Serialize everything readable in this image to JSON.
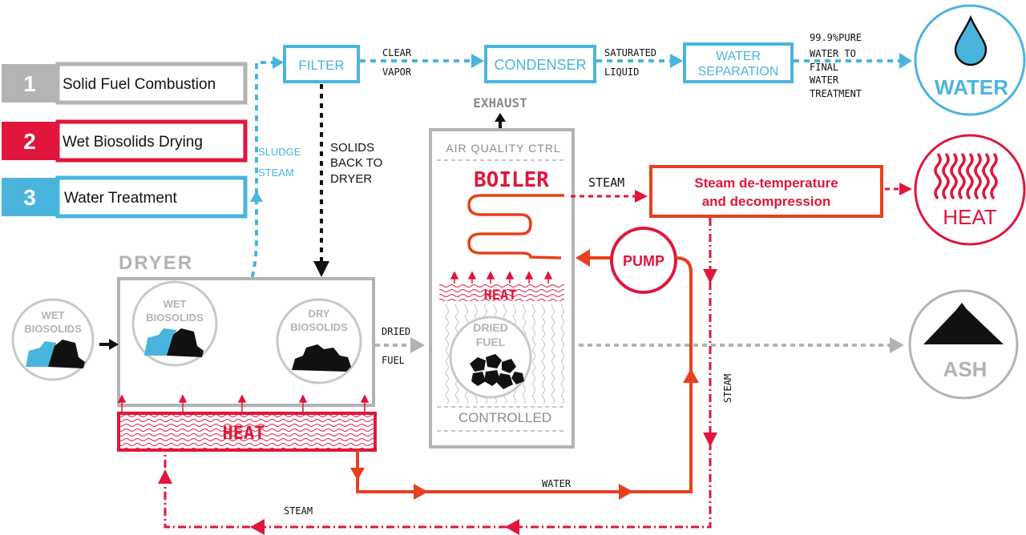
{
  "colors": {
    "red": "#e0163c",
    "orange_red": "#e8401c",
    "blue": "#4ab5dc",
    "gray": "#b3b3b3",
    "dark_gray": "#8c8c8c",
    "black": "#111111"
  },
  "legend": [
    {
      "number": "1",
      "label": "Solid Fuel Combustion",
      "color": "#b3b3b3"
    },
    {
      "number": "2",
      "label": "Wet Biosolids Drying",
      "color": "#e0163c"
    },
    {
      "number": "3",
      "label": "Water Treatment",
      "color": "#4ab5dc"
    }
  ],
  "water_line": {
    "filter": "FILTER",
    "clear_vapor": [
      "CLEAR",
      "VAPOR"
    ],
    "condenser": "CONDENSER",
    "saturated_liquid": [
      "SATURATED",
      "LIQUID"
    ],
    "water_separation": [
      "WATER",
      "SEPARATION"
    ],
    "pure_water": [
      "99.9%PURE",
      "WATER TO",
      "FINAL",
      "WATER",
      "TREATMENT"
    ],
    "water_output": "WATER"
  },
  "sludge_steam": [
    "SLUDGE",
    "STEAM"
  ],
  "solids_back": [
    "SOLIDS",
    "BACK TO",
    "DRYER"
  ],
  "dryer": {
    "title": "DRYER",
    "wet_biosolids_input": [
      "WET",
      "BIOSOLIDS"
    ],
    "wet_biosolids_inner": [
      "WET",
      "BIOSOLIDS"
    ],
    "dry_biosolids": [
      "DRY",
      "BIOSOLIDS"
    ],
    "heat": "HEAT"
  },
  "dried_fuel_arrow": [
    "DRIED",
    "FUEL"
  ],
  "boiler": {
    "exhaust": "EXHAUST",
    "air_quality": "AIR QUALITY CTRL",
    "title": "BOILER",
    "heat": "HEAT",
    "dried_fuel": [
      "DRIED",
      "FUEL"
    ],
    "controlled": "CONTROLLED"
  },
  "steam_label": "STEAM",
  "steam_detemp": [
    "Steam de-temperature",
    "and decompression"
  ],
  "heat_output": "HEAT",
  "pump": "PUMP",
  "ash": "ASH",
  "steam_vertical": "STEAM",
  "water_bottom": "WATER",
  "steam_bottom": "STEAM"
}
